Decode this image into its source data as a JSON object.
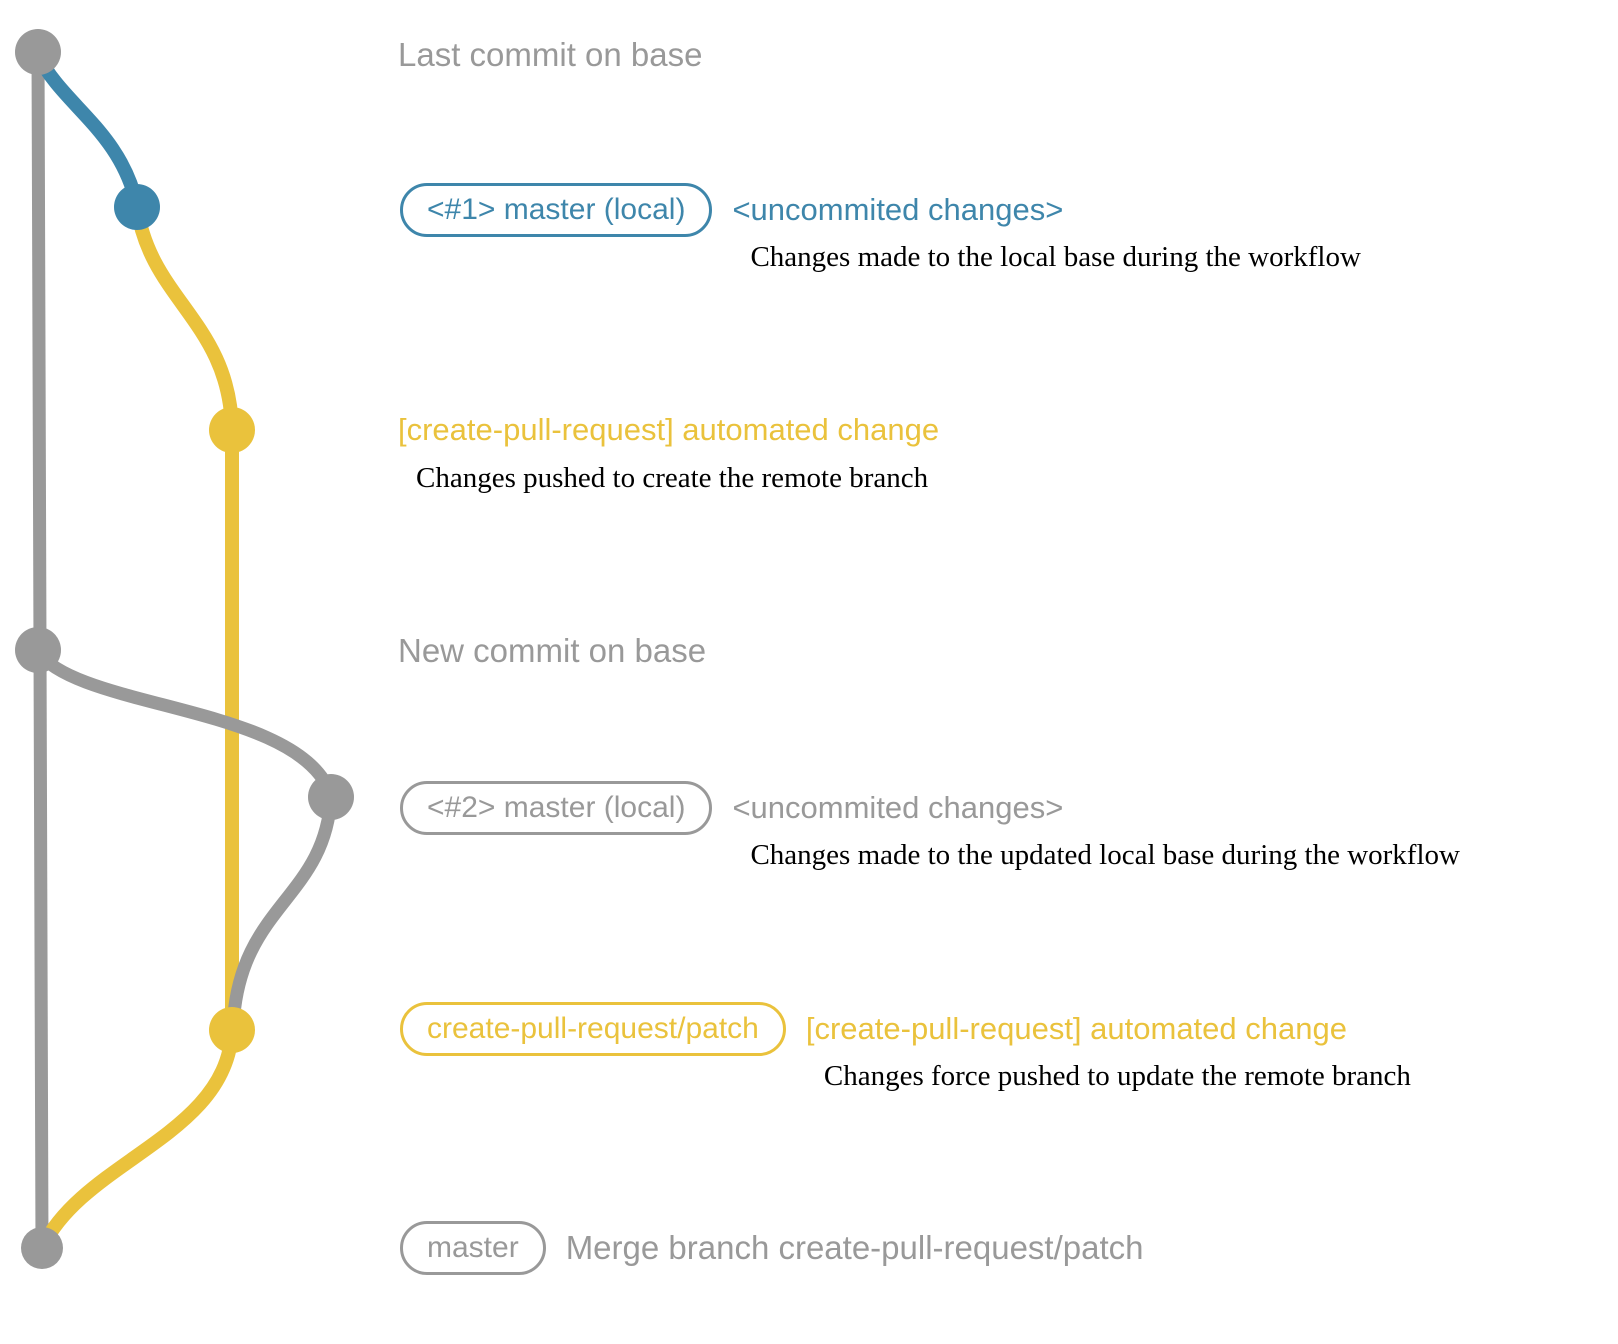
{
  "colors": {
    "gray": "#999999",
    "blue": "#3e86ab",
    "yellow": "#eac23c",
    "description_text": "#000000",
    "background": "#ffffff"
  },
  "graph": {
    "commit_dots": [
      {
        "id": "base-top",
        "color": "gray"
      },
      {
        "id": "local-1",
        "color": "blue"
      },
      {
        "id": "patch-1",
        "color": "yellow"
      },
      {
        "id": "base-new",
        "color": "gray"
      },
      {
        "id": "local-2",
        "color": "gray"
      },
      {
        "id": "patch-2",
        "color": "yellow"
      },
      {
        "id": "base-merge",
        "color": "gray"
      }
    ]
  },
  "rows": {
    "last_commit": {
      "label": "Last commit on base"
    },
    "local1": {
      "pill": "<#1> master (local)",
      "note": "<uncommited changes>",
      "desc": "Changes made to the local base during the workflow"
    },
    "patch1": {
      "title": "[create-pull-request] automated change",
      "desc": "Changes pushed to create the remote branch"
    },
    "new_commit": {
      "label": "New commit on base"
    },
    "local2": {
      "pill": "<#2> master (local)",
      "note": "<uncommited changes>",
      "desc": "Changes made to the updated local base during the workflow"
    },
    "patch2": {
      "pill": "create-pull-request/patch",
      "note": "[create-pull-request] automated change",
      "desc": "Changes force pushed to update the remote branch"
    },
    "merge": {
      "pill": "master",
      "note": "Merge branch create-pull-request/patch"
    }
  }
}
